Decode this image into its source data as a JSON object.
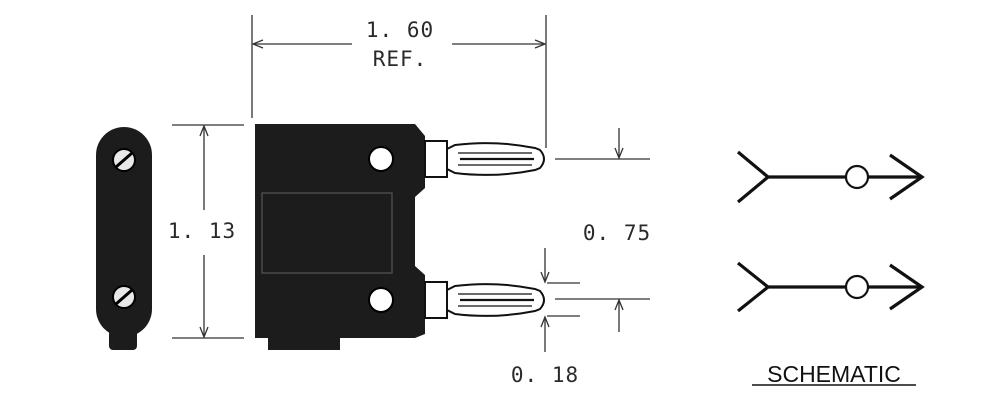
{
  "dimensions": {
    "width_value": "1. 60",
    "width_note": "REF.",
    "height_value": "1. 13",
    "spacing_value": "0. 75",
    "pin_diameter_value": "0. 18"
  },
  "schematic": {
    "label": "SCHEMATIC"
  },
  "colors": {
    "ink": "#111111",
    "body": "#1c1c1c",
    "line": "#333333",
    "paper": "#ffffff"
  }
}
